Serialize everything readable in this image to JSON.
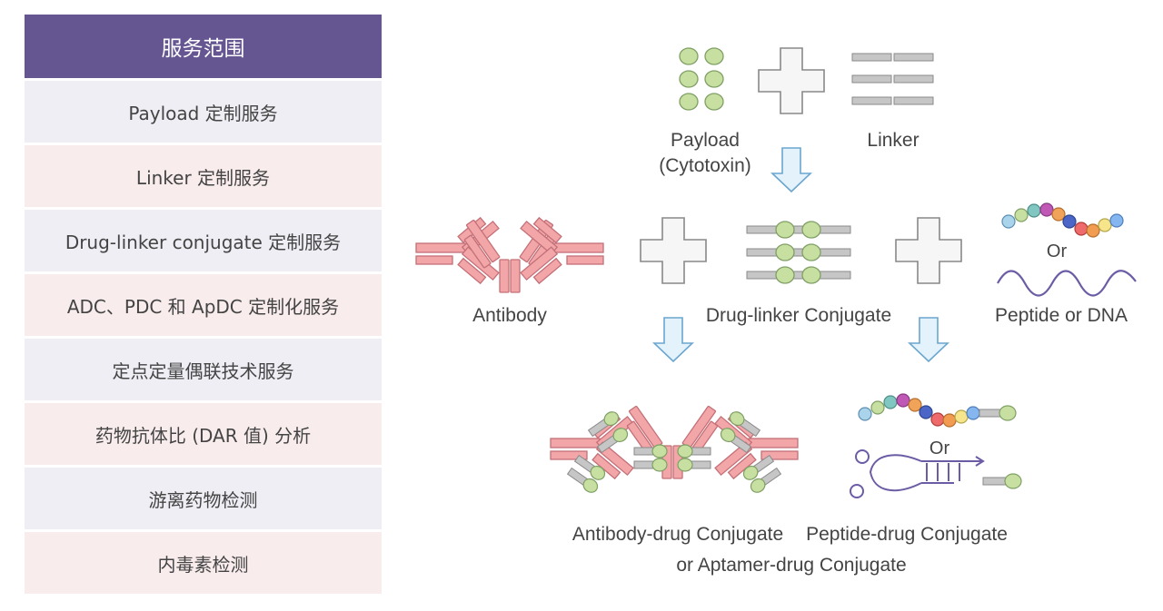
{
  "services": {
    "header": "服务范围",
    "items": [
      "Payload 定制服务",
      "Linker 定制服务",
      "Drug-linker conjugate 定制服务",
      "ADC、PDC 和 ApDC 定制化服务",
      "定点定量偶联技术服务",
      "药物抗体比 (DAR 值) 分析",
      "游离药物检测",
      "内毒素检测"
    ]
  },
  "diagram": {
    "payload_label_1": "Payload",
    "payload_label_2": "(Cytotoxin)",
    "linker_label": "Linker",
    "antibody_label": "Antibody",
    "drug_linker_label": "Drug-linker Conjugate",
    "peptide_dna_label": "Peptide or DNA",
    "or_top": "Or",
    "or_bottom": "Or",
    "adc_label": "Antibody-drug Conjugate",
    "pdc_label_1": "Peptide-drug Conjugate",
    "pdc_label_2": "or Aptamer-drug Conjugate"
  },
  "colors": {
    "header_bg": "#655692",
    "row_odd": "#eeeef4",
    "row_even": "#f8ecec",
    "antibody_pink": "#f2a6a8",
    "payload_green": "#c7dfa0",
    "linker_gray": "#c6c6c6",
    "arrow_blue": "#e3f2fb",
    "dna_purple": "#6b5ca5"
  },
  "icons": [
    "plus-icon",
    "down-arrow-icon",
    "antibody-icon",
    "payload-dot-icon",
    "linker-bar-icon",
    "peptide-chain-icon",
    "dna-wave-icon",
    "aptamer-hairpin-icon"
  ]
}
